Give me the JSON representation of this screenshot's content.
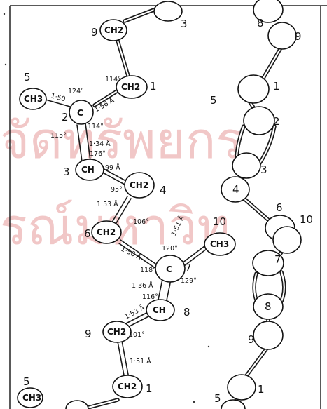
{
  "watermark": {
    "line1": "จัดทรัพยกร",
    "line2": "รณ์มหาวิท"
  },
  "left_model": {
    "atom_numbers": [
      "9",
      "3",
      "1",
      "5",
      "2",
      "3",
      "4",
      "6",
      "10",
      "7",
      "8",
      "9",
      "5",
      "1"
    ],
    "groups": [
      "CH2",
      "CH2",
      "CH3",
      "C",
      "CH",
      "CH2",
      "CH2",
      "CH3",
      "C",
      "CH",
      "CH2",
      "CH2",
      "CH3"
    ],
    "measurements": [
      "114°",
      "1·50",
      "124°",
      "1·56 Å",
      "114°",
      "115°",
      "1·34 Å",
      "176°",
      "99 Å",
      "95°",
      "1·53 Å",
      "106°",
      "1·51 Å",
      "120°",
      "1·56 Å",
      "118°",
      "129°",
      "1·36 Å",
      "116°",
      "1·53 Å",
      "101°",
      "1·51 Å"
    ]
  },
  "right_model": {
    "atom_numbers": [
      "8",
      "9",
      "1",
      "5",
      "2",
      "3",
      "4",
      "6",
      "10",
      "7",
      "8",
      "9",
      "1",
      "5"
    ]
  }
}
